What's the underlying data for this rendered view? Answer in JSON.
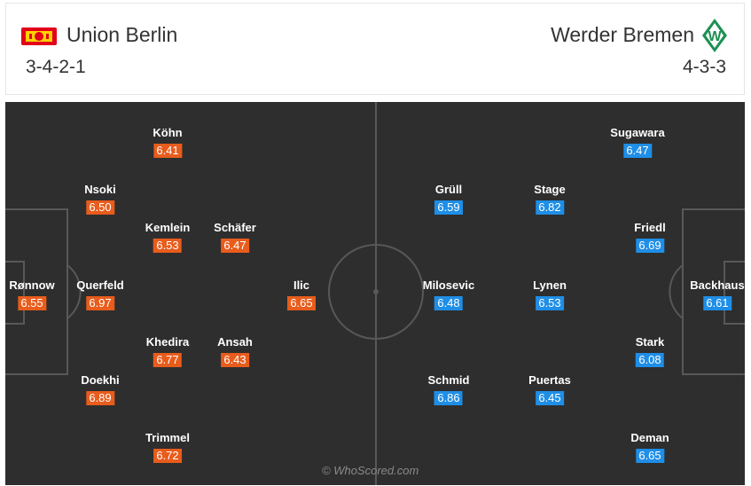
{
  "home": {
    "name": "Union Berlin",
    "formation": "3-4-2-1",
    "badge_color": "#e2001a",
    "players": [
      {
        "name": "Köhn",
        "rating": "6.41"
      },
      {
        "name": "Nsoki",
        "rating": "6.50"
      },
      {
        "name": "Kemlein",
        "rating": "6.53"
      },
      {
        "name": "Schäfer",
        "rating": "6.47"
      },
      {
        "name": "Rønnow",
        "rating": "6.55"
      },
      {
        "name": "Querfeld",
        "rating": "6.97"
      },
      {
        "name": "Ilic",
        "rating": "6.65"
      },
      {
        "name": "Khedira",
        "rating": "6.77"
      },
      {
        "name": "Ansah",
        "rating": "6.43"
      },
      {
        "name": "Doekhi",
        "rating": "6.89"
      },
      {
        "name": "Trimmel",
        "rating": "6.72"
      }
    ]
  },
  "away": {
    "name": "Werder Bremen",
    "formation": "4-3-3",
    "badge_color": "#1d9053",
    "players": [
      {
        "name": "Sugawara",
        "rating": "6.47"
      },
      {
        "name": "Grüll",
        "rating": "6.59"
      },
      {
        "name": "Stage",
        "rating": "6.82"
      },
      {
        "name": "Friedl",
        "rating": "6.69"
      },
      {
        "name": "Milosevic",
        "rating": "6.48"
      },
      {
        "name": "Lynen",
        "rating": "6.53"
      },
      {
        "name": "Backhaus",
        "rating": "6.61"
      },
      {
        "name": "Stark",
        "rating": "6.08"
      },
      {
        "name": "Schmid",
        "rating": "6.86"
      },
      {
        "name": "Puertas",
        "rating": "6.45"
      },
      {
        "name": "Deman",
        "rating": "6.65"
      }
    ]
  },
  "watermark": "© WhoScored.com",
  "colors": {
    "pitch": "#2e2e2e",
    "home_rating": "#e85c1c",
    "away_rating": "#1f8ee6"
  }
}
